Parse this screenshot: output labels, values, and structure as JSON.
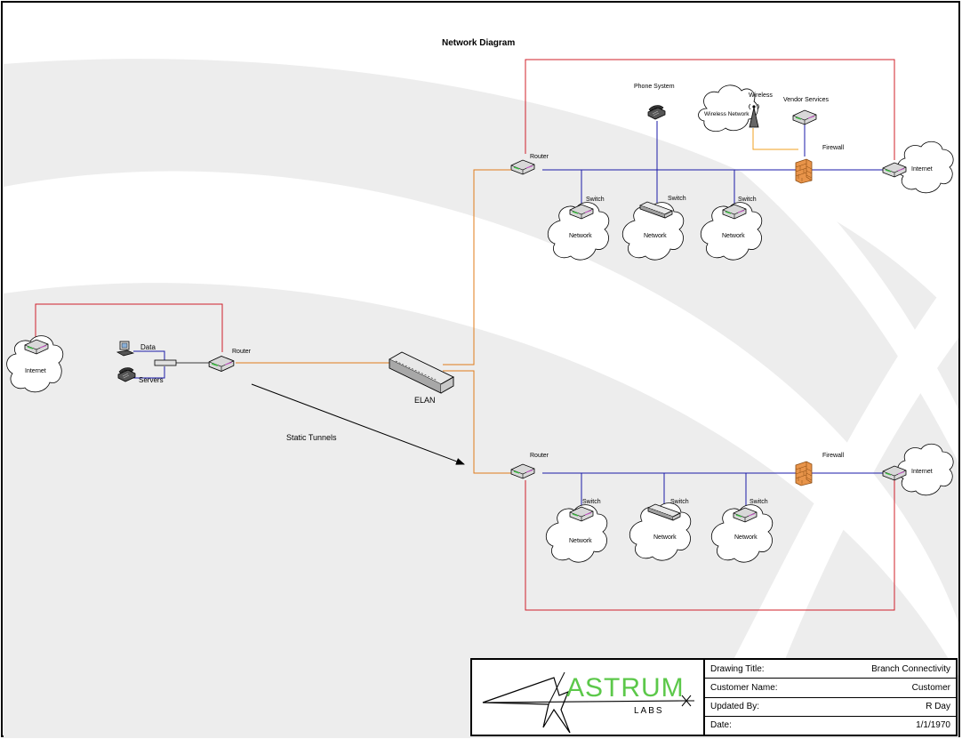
{
  "diagram": {
    "title": "Network Diagram",
    "static_tunnels": "Static Tunnels",
    "elan": "ELAN",
    "left_site": {
      "internet": "Internet",
      "data": "Data",
      "servers": "Servers",
      "router": "Router"
    },
    "top_site": {
      "router": "Router",
      "phone_system": "Phone System",
      "wireless_network": "Wireless Network",
      "wireless": "Wireless",
      "vendor_services": "Vendor Services",
      "firewall": "Firewall",
      "internet": "Internet",
      "switch_1": "Switch",
      "switch_2": "Switch",
      "switch_3": "Switch",
      "network_1": "Network",
      "network_2": "Network",
      "network_3": "Network"
    },
    "bottom_site": {
      "router": "Router",
      "firewall": "Firewall",
      "internet": "Internet",
      "switch_1": "Switch",
      "switch_2": "Switch",
      "switch_3": "Switch",
      "network_1": "Network",
      "network_2": "Network",
      "network_3": "Network"
    }
  },
  "titleblock": {
    "logo_main": "ASTRUM",
    "logo_sub": "LABS",
    "rows": [
      {
        "label": "Drawing Title:",
        "value": "Branch Connectivity"
      },
      {
        "label": "Customer Name:",
        "value": "Customer"
      },
      {
        "label": "Updated By:",
        "value": "R Day"
      },
      {
        "label": "Date:",
        "value": "1/1/1970"
      }
    ]
  },
  "colors": {
    "wan_link": "#e07b1a",
    "lan_link": "#1a1aa8",
    "internet_link": "#d0202a",
    "wireless_link": "#f0a020",
    "firewall": "#e8944a",
    "logo_green": "#5cc84a"
  }
}
